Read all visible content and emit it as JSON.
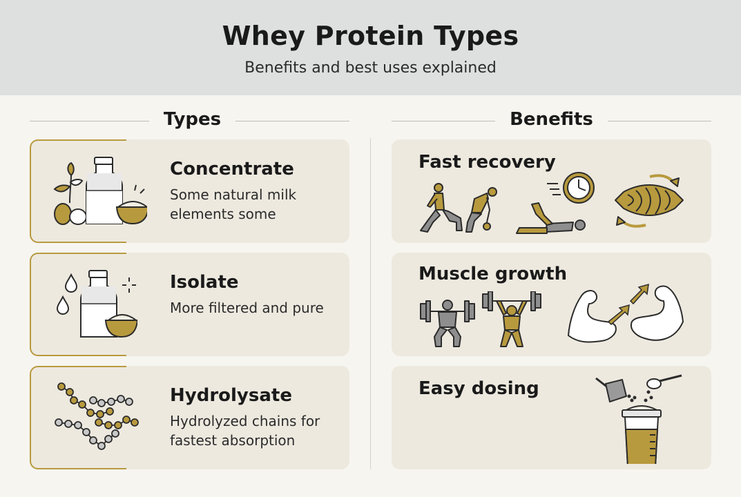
{
  "header": {
    "title": "Whey Protein Types",
    "subtitle": "Benefits and best uses explained"
  },
  "sections": {
    "types_label": "Types",
    "benefits_label": "Benefits"
  },
  "types": [
    {
      "title": "Concentrate",
      "description": "Some natural milk elements some",
      "icon": "milk-bottle-eggs-icon"
    },
    {
      "title": "Isolate",
      "description": "More filtered and pure",
      "icon": "milk-bottle-drops-icon"
    },
    {
      "title": "Hydrolysate",
      "description": "Hydrolyzed chains for fastest absorption",
      "icon": "molecule-chains-icon"
    }
  ],
  "benefits": [
    {
      "title": "Fast recovery",
      "icons": [
        "exercising-people-icon",
        "stretching-clock-icon",
        "muscle-fiber-icon"
      ]
    },
    {
      "title": "Muscle growth",
      "icons": [
        "weightlifters-icon",
        "flexing-arms-icon"
      ]
    },
    {
      "title": "Easy dosing",
      "icons": [
        "scoop-shaker-icon"
      ]
    }
  ],
  "colors": {
    "gold": "#b89a3e",
    "gray_figure": "#8e8e8e",
    "card_bg": "#ede9df",
    "header_bg": "#dedfdf"
  }
}
